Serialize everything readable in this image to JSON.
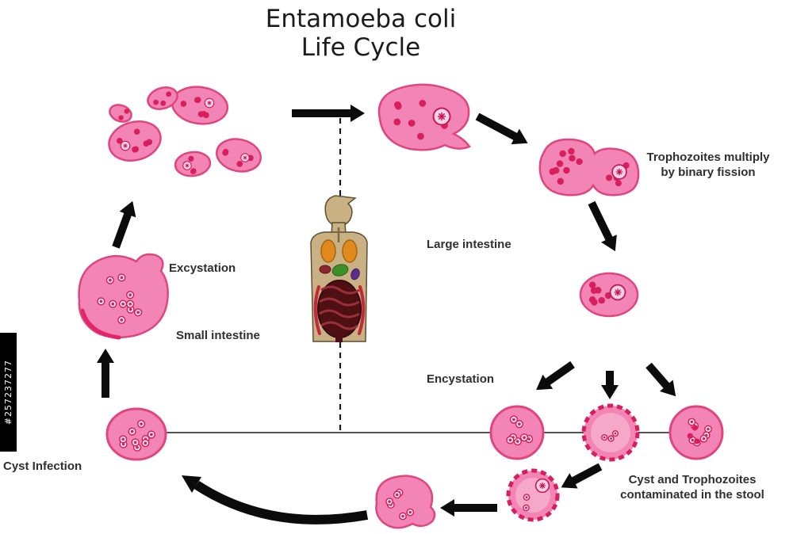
{
  "title": {
    "line1": "Entamoeba coli",
    "line2": "Life Cycle"
  },
  "labels": {
    "trophozoites_line1": "Trophozoites multiply",
    "trophozoites_line2": "by binary fission",
    "large_intestine": "Large intestine",
    "excystation": "Excystation",
    "small_intestine": "Small intestine",
    "encystation": "Encystation",
    "cyst_infection": "Cyst Infection",
    "stool_line1": "Cyst and Trophozoites",
    "stool_line2": "contaminated in the stool"
  },
  "watermark": {
    "id": "#257237277"
  },
  "colors": {
    "cell_fill": "#F285B5",
    "cell_outline": "#E0457E",
    "dot_color": "#D81E5B",
    "nucleus_fill": "#F9D2E3",
    "nucleus_outline": "#C2185B",
    "arrow_color": "#0B0B0B",
    "background": "#FFFFFF"
  }
}
